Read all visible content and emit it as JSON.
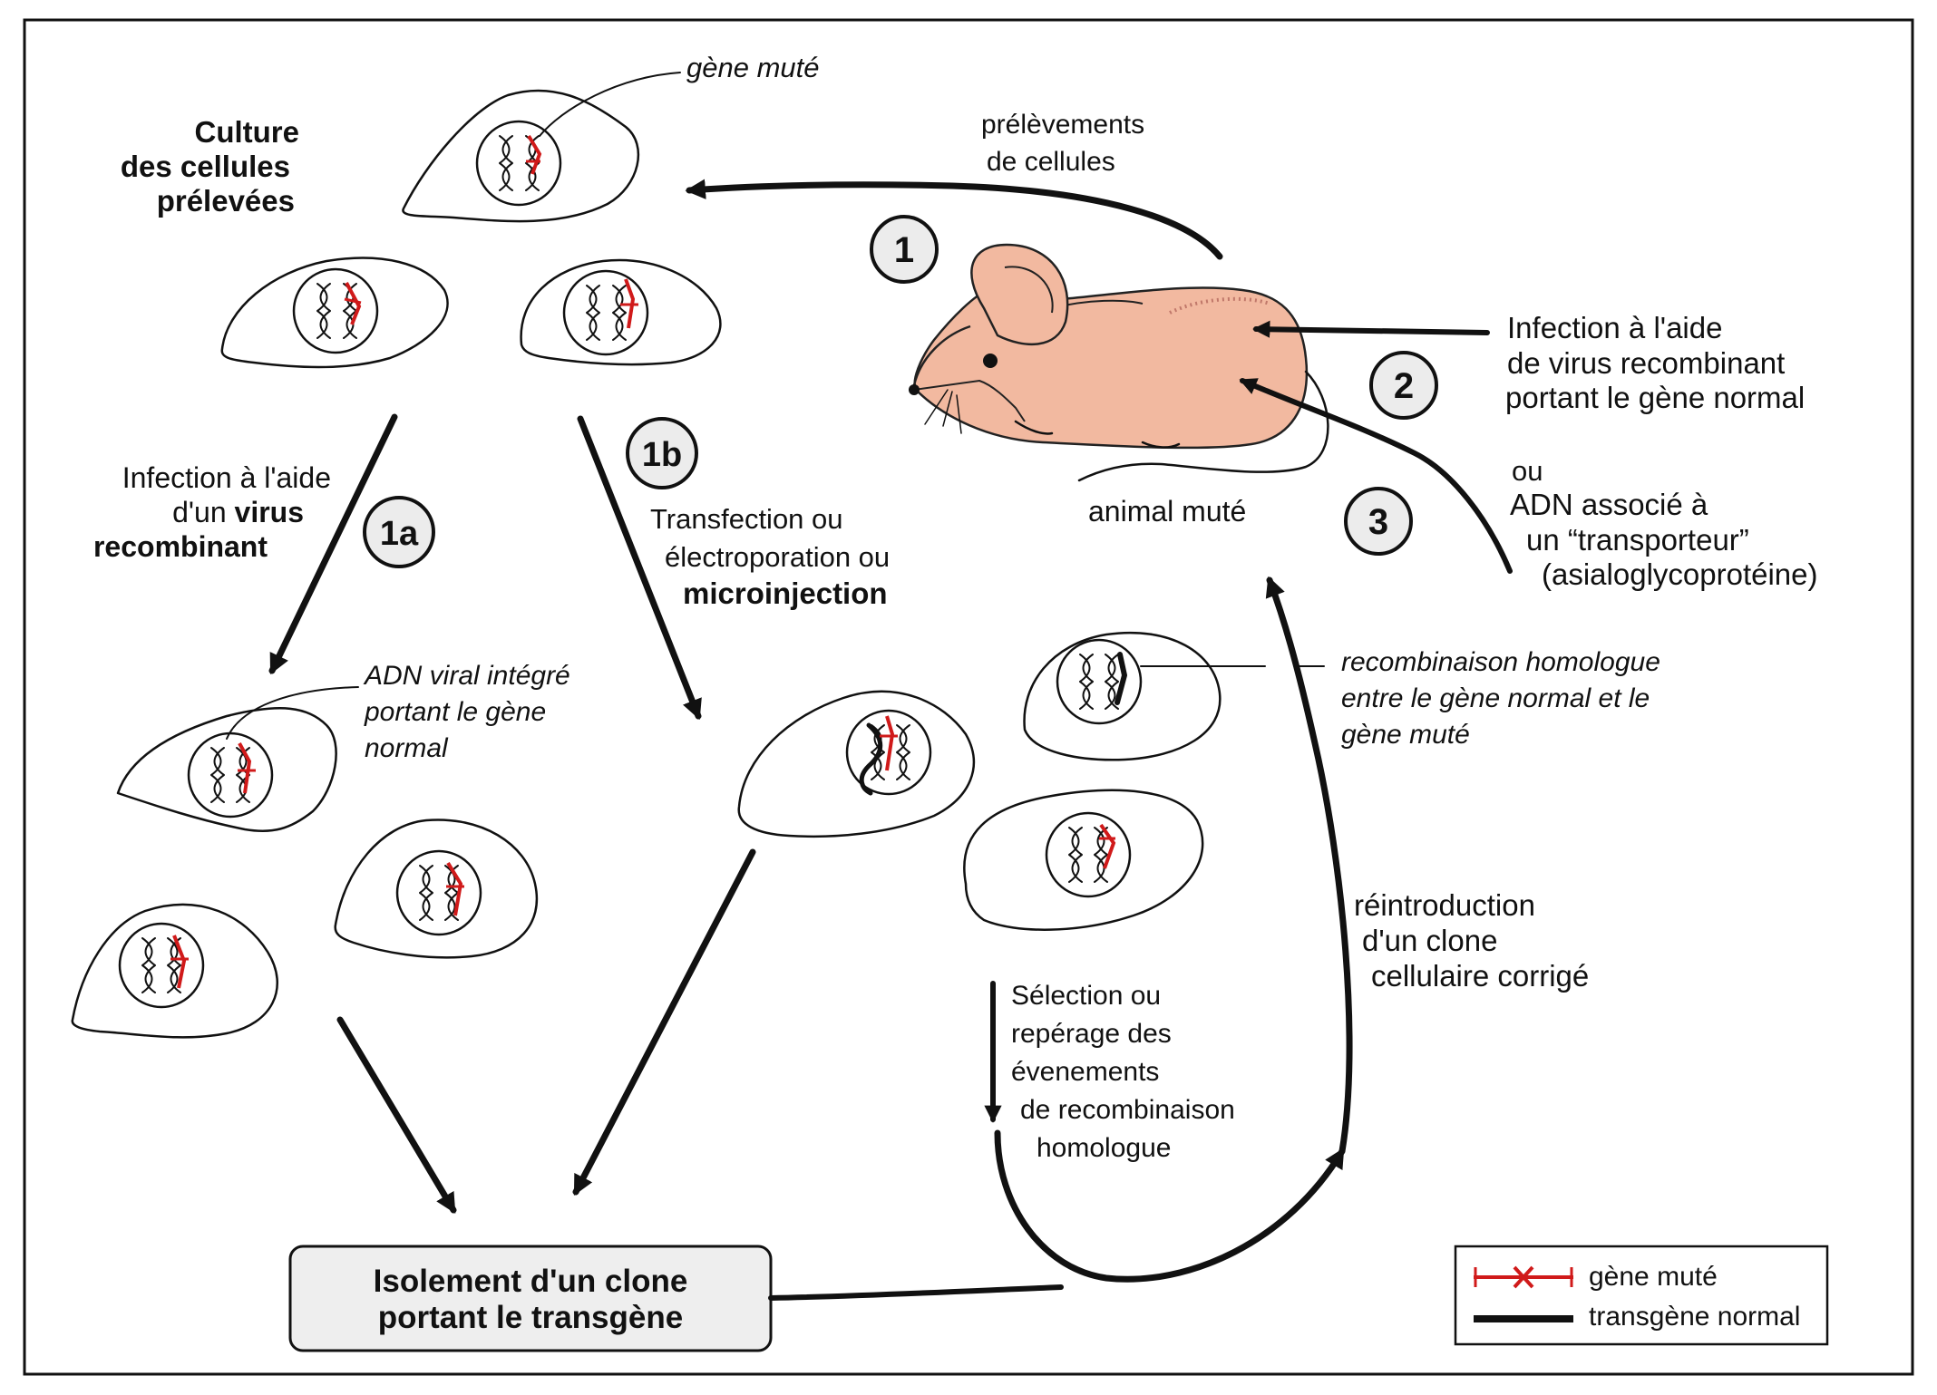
{
  "colors": {
    "mutated_gene": "#d01a1a",
    "normal_transgene": "#111111",
    "mouse_body": "#f2b9a0",
    "mouse_outline": "#222222",
    "box_fill": "#eeeeee"
  },
  "labels": {
    "gene_mute": "gène muté",
    "culture_1": "Culture",
    "culture_2": "des cellules",
    "culture_3": "prélevées",
    "prelev_1": "prélèvements",
    "prelev_2": "de cellules",
    "infection2_1": "Infection à l'aide",
    "infection2_2": "de virus recombinant",
    "infection2_3": "portant le gène normal",
    "ou": "ou",
    "adn_1": "ADN associé à",
    "adn_2": "un “transporteur”",
    "adn_3": "(asialoglycoprotéine)",
    "animal_mute": "animal muté",
    "inf1a_1": "Infection à l'aide",
    "inf1a_2a": "d'un ",
    "inf1a_2b": "virus",
    "inf1a_3": "recombinant",
    "trans_1": "Transfection ou",
    "trans_2": "électroporation ou",
    "trans_3": "microinjection",
    "adnviral_1": "ADN viral intégré",
    "adnviral_2": "portant le gène",
    "adnviral_3": "normal",
    "recomb_1": "recombinaison homologue",
    "recomb_2": "entre le gène normal et le",
    "recomb_3": "gène muté",
    "reintro_1": "réintroduction",
    "reintro_2": "d'un clone",
    "reintro_3": "cellulaire corrigé",
    "select_1": "Sélection ou",
    "select_2": "repérage des",
    "select_3": "évenements",
    "select_4": "de recombinaison",
    "select_5": "homologue",
    "isolement_1": "Isolement d'un clone",
    "isolement_2": "portant le transgène"
  },
  "steps": {
    "s1": "1",
    "s2": "2",
    "s3": "3",
    "s1a": "1a",
    "s1b": "1b"
  },
  "legend": {
    "mutated": "gène muté",
    "normal": "transgène normal"
  }
}
